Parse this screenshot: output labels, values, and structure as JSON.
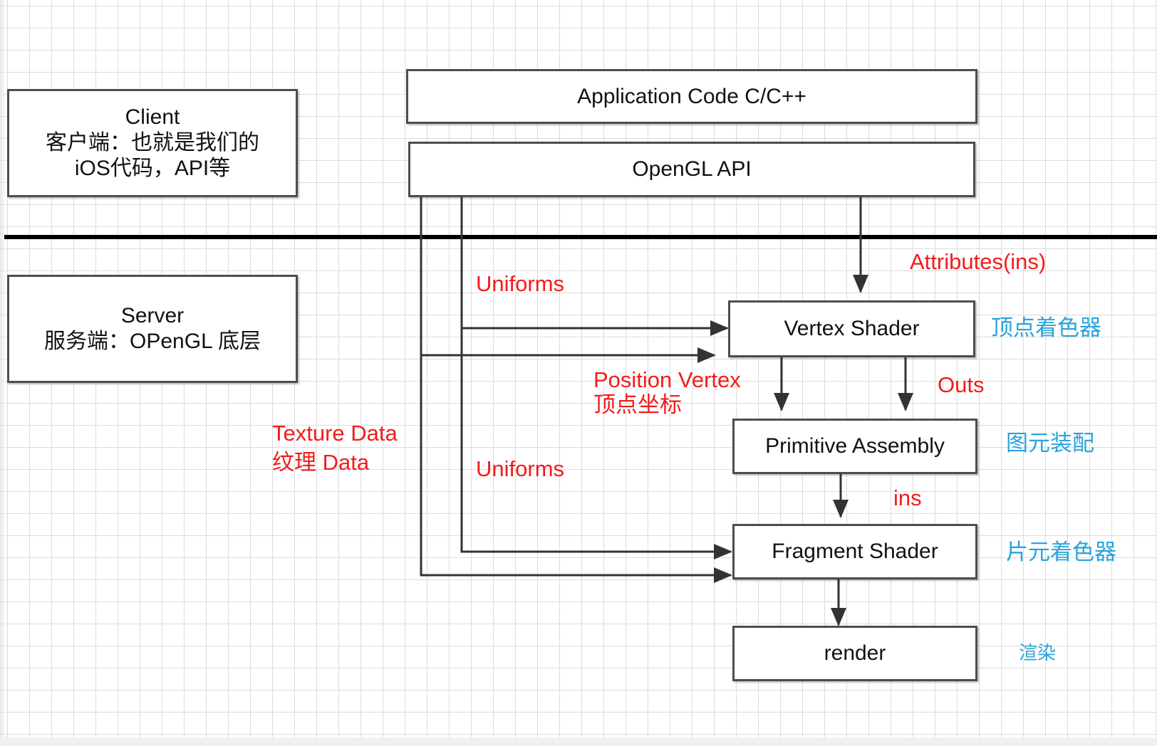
{
  "client_box": {
    "line1": "Client",
    "line2": "客户端：也就是我们的",
    "line3": "iOS代码，API等"
  },
  "server_box": {
    "line1": "Server",
    "line2": "服务端：OPenGL 底层"
  },
  "pipeline": {
    "application_code": "Application Code C/C++",
    "opengl_api": "OpenGL API",
    "vertex_shader": "Vertex Shader",
    "primitive_assembly": "Primitive Assembly",
    "fragment_shader": "Fragment Shader",
    "render": "render"
  },
  "edge_labels": {
    "attributes": "Attributes(ins)",
    "uniforms_top": "Uniforms",
    "position_vertex_line1": "Position Vertex",
    "position_vertex_line2": "顶点坐标",
    "outs": "Outs",
    "texture_data_line1": "Texture Data",
    "texture_data_line2": "纹理 Data",
    "uniforms_bottom": "Uniforms",
    "ins": "ins"
  },
  "stage_labels": {
    "vertex_shader_cn": "顶点着色器",
    "primitive_assembly_cn": "图元装配",
    "fragment_shader_cn": "片元着色器",
    "render_cn": "渲染"
  },
  "colors": {
    "edge_label": "#f21c1c",
    "stage_label": "#2aa3dc",
    "line": "#333333",
    "divider": "#000000"
  }
}
